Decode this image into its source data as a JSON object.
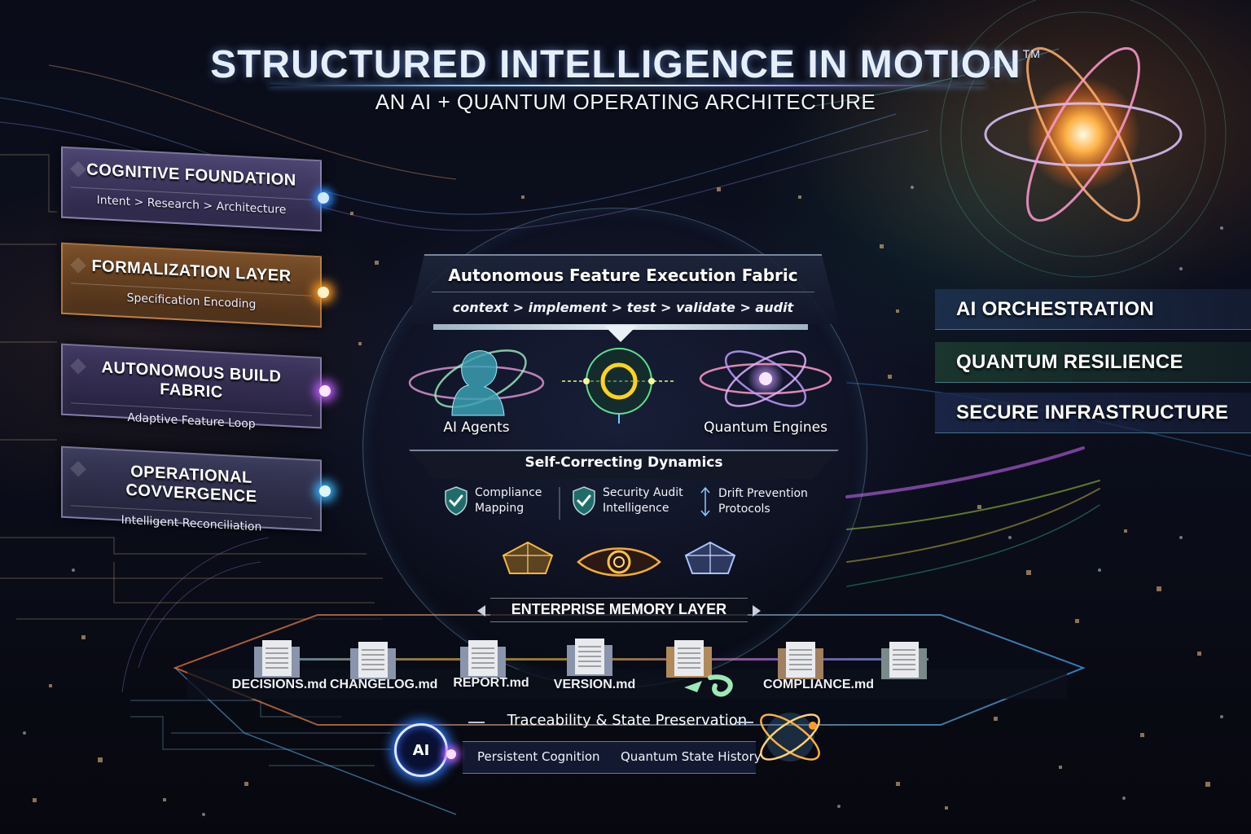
{
  "header": {
    "title": "STRUCTURED INTELLIGENCE IN MOTION",
    "trademark": "TM",
    "subtitle": "AN AI + QUANTUM OPERATING ARCHITECTURE"
  },
  "layers": [
    {
      "title": "COGNITIVE FOUNDATION",
      "subtitle": "Intent > Research > Architecture",
      "color": "#4a4370",
      "node_color": "#2f8dff"
    },
    {
      "title": "FORMALIZATION LAYER",
      "subtitle": "Specification Encoding",
      "color": "#7a4e28",
      "node_color": "#ff9a1f"
    },
    {
      "title": "AUTONOMOUS BUILD FABRIC",
      "subtitle": "Adaptive Feature Loop",
      "color": "#3f3760",
      "node_color": "#c05cff"
    },
    {
      "title": "OPERATIONAL COVVERGENCE",
      "subtitle": "Intelligent Reconciliation",
      "color": "#3a3a5a",
      "node_color": "#38b6ff"
    }
  ],
  "execution_fabric": {
    "title": "Autonomous Feature Execution Fabric",
    "steps": "context > implement > test > validate > audit",
    "left_engine": {
      "label": "AI Agents",
      "icon": "ai-agent-head-orbit-icon"
    },
    "center_core": {
      "icon": "glowing-core-ring-icon",
      "color": "#f5c400"
    },
    "right_engine": {
      "label": "Quantum Engines",
      "icon": "quantum-atom-icon"
    }
  },
  "self_correcting": {
    "title": "Self-Correcting Dynamics",
    "items": [
      {
        "line1": "Compliance",
        "line2": "Mapping",
        "icon": "shield-check-icon"
      },
      {
        "line1": "Security Audit",
        "line2": "Intelligence",
        "icon": "shield-check-icon"
      },
      {
        "line1": "Drift Prevention",
        "line2": "Protocols",
        "icon": "vertical-arrows-icon"
      }
    ]
  },
  "gems": [
    {
      "icon": "gold-prism-icon",
      "color": "#f0a020"
    },
    {
      "icon": "eye-icon",
      "color": "#f3a93a"
    },
    {
      "icon": "blue-prism-icon",
      "color": "#8fa8f0"
    }
  ],
  "memory_layer": {
    "title": "ENTERPRISE MEMORY LAYER",
    "documents": [
      {
        "label": "DECISIONS.md"
      },
      {
        "label": "CHANGELOG.md"
      },
      {
        "label": "REPORT.md"
      },
      {
        "label": "VERSION.md"
      },
      {
        "label": ""
      },
      {
        "label": "COMPLIANCE.md"
      },
      {
        "label": ""
      }
    ],
    "sync_icon": "sync-arrow-icon"
  },
  "traceability": {
    "title": "Traceability & State Preservation",
    "badge": "AI",
    "items": [
      "Persistent Cognition",
      "Quantum State History"
    ]
  },
  "pillars": [
    {
      "label": "AI ORCHESTRATION",
      "tint": "#1e3250"
    },
    {
      "label": "QUANTUM RESILIENCE",
      "tint": "#1c3c30"
    },
    {
      "label": "SECURE INFRASTRUCTURE",
      "tint": "#1c284c"
    }
  ],
  "colors": {
    "background": "#0a0c18",
    "accent_blue": "#2f8dff",
    "accent_orange": "#ff9a1f",
    "accent_violet": "#c05cff",
    "accent_green": "#3ee07a"
  }
}
